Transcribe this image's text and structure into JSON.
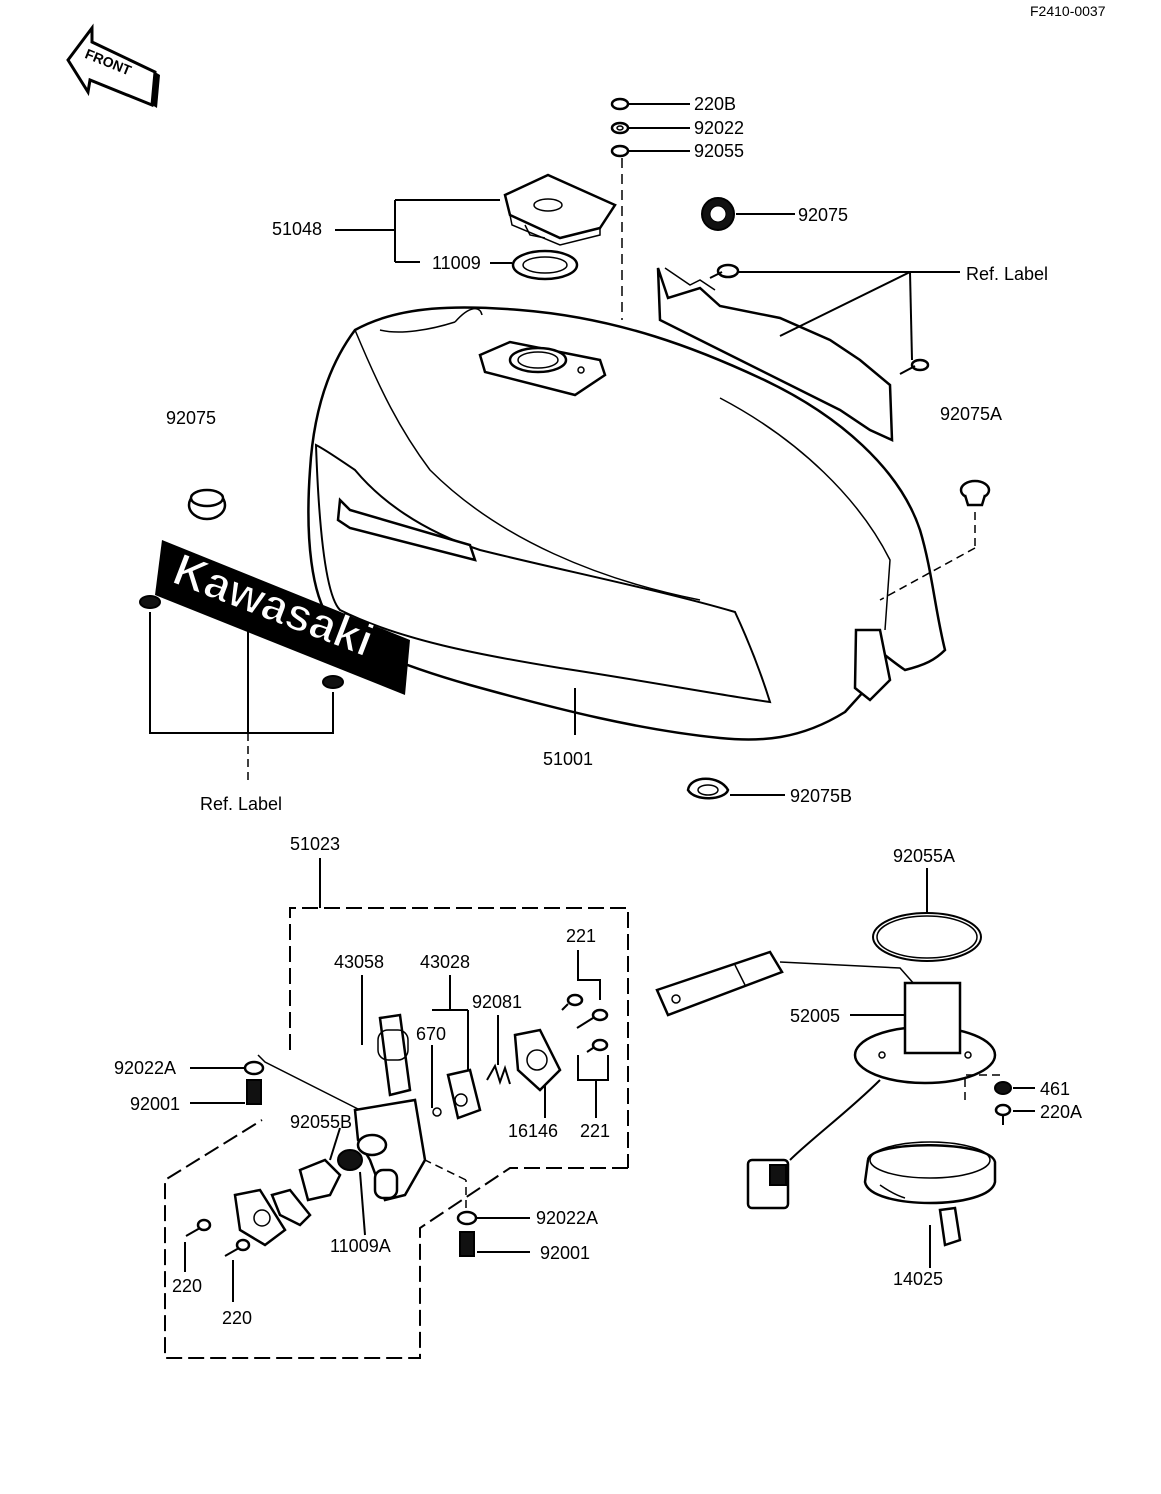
{
  "figure_id": "F2410-0037",
  "front_marker": "FRONT",
  "emblem_text": "Kawasaki",
  "labels": {
    "p220B": "220B",
    "p92022": "92022",
    "p92055": "92055",
    "p51048": "51048",
    "p11009": "11009",
    "p92075_top": "92075",
    "ref_label_top": "Ref.  Label",
    "p92075_left": "92075",
    "p92075A": "92075A",
    "p51001": "51001",
    "ref_label_left": "Ref.  Label",
    "p92075B": "92075B",
    "p51023": "51023",
    "p92055A": "92055A",
    "p221_top": "221",
    "p43058": "43058",
    "p43028": "43028",
    "p92081": "92081",
    "p670": "670",
    "p52005": "52005",
    "p92022A_left": "92022A",
    "p92001_left": "92001",
    "p461": "461",
    "p220A": "220A",
    "p92055B": "92055B",
    "p16146": "16146",
    "p221_bottom": "221",
    "p11009A": "11009A",
    "p92022A_right": "92022A",
    "p92001_right": "92001",
    "p220_a": "220",
    "p220_b": "220",
    "p14025": "14025"
  }
}
